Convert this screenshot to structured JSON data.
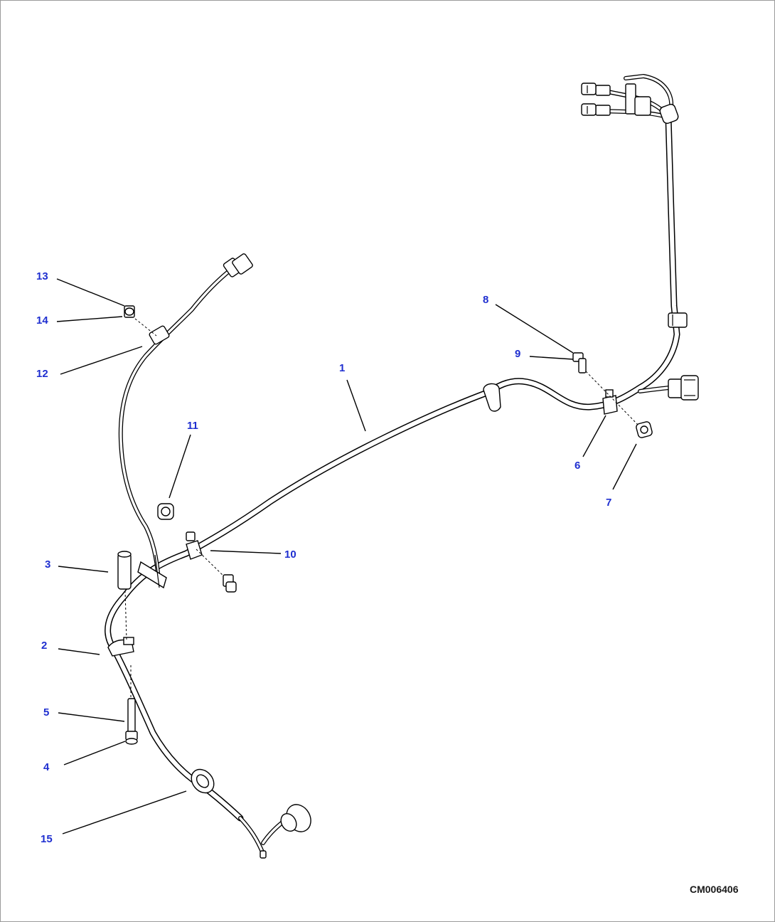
{
  "drawing_code": "CM006406",
  "callouts": [
    "1",
    "2",
    "3",
    "4",
    "5",
    "6",
    "7",
    "8",
    "9",
    "10",
    "11",
    "12",
    "13",
    "14",
    "15"
  ]
}
